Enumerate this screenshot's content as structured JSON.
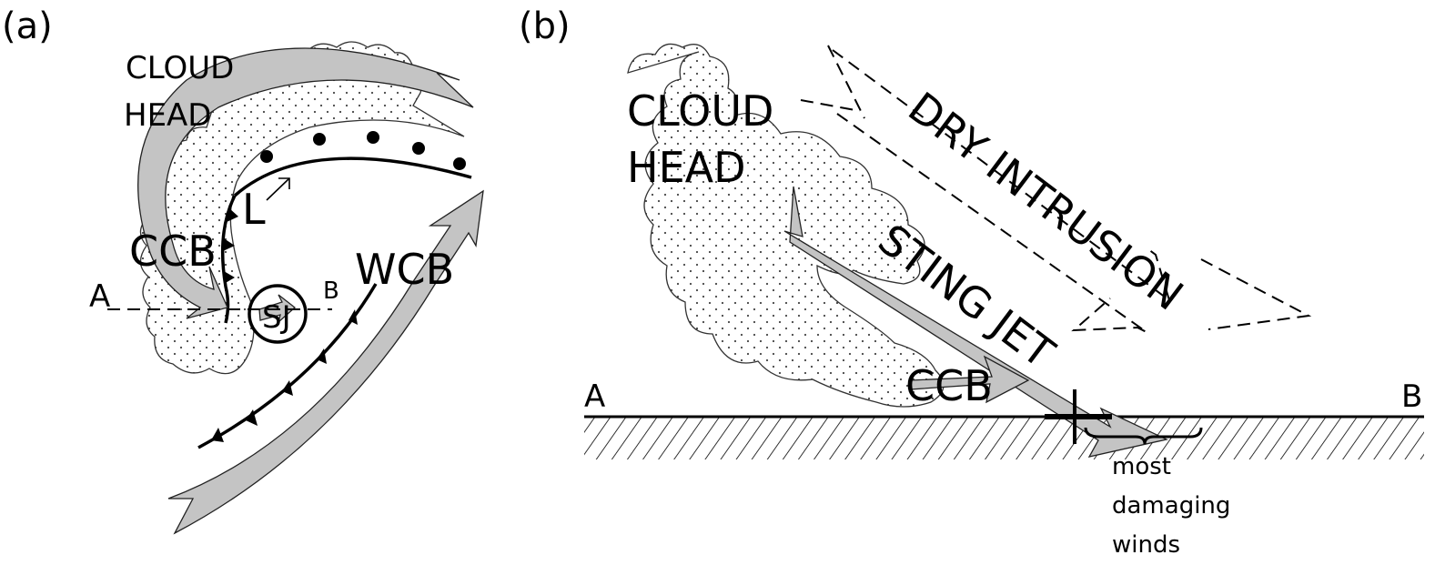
{
  "panels": [
    {
      "id": "a",
      "label": "(a)",
      "labels": {
        "cloud_head_line1": "CLOUD",
        "cloud_head_line2": "HEAD",
        "low": "L",
        "ccb": "CCB",
        "wcb": "WCB",
        "sj": "SJ",
        "section_start": "A",
        "section_end": "B"
      }
    },
    {
      "id": "b",
      "label": "(b)",
      "labels": {
        "cloud_head_line1": "CLOUD",
        "cloud_head_line2": "HEAD",
        "dry_intrusion": "DRY INTRUSION",
        "sting_jet": "STING JET",
        "ccb": "CCB",
        "section_start": "A",
        "section_end": "B",
        "annotation_line1": "most",
        "annotation_line2": "damaging",
        "annotation_line3": "winds"
      }
    }
  ],
  "colors": {
    "airstream_fill": "#c4c4c4",
    "line": "#000000",
    "background": "#ffffff"
  }
}
